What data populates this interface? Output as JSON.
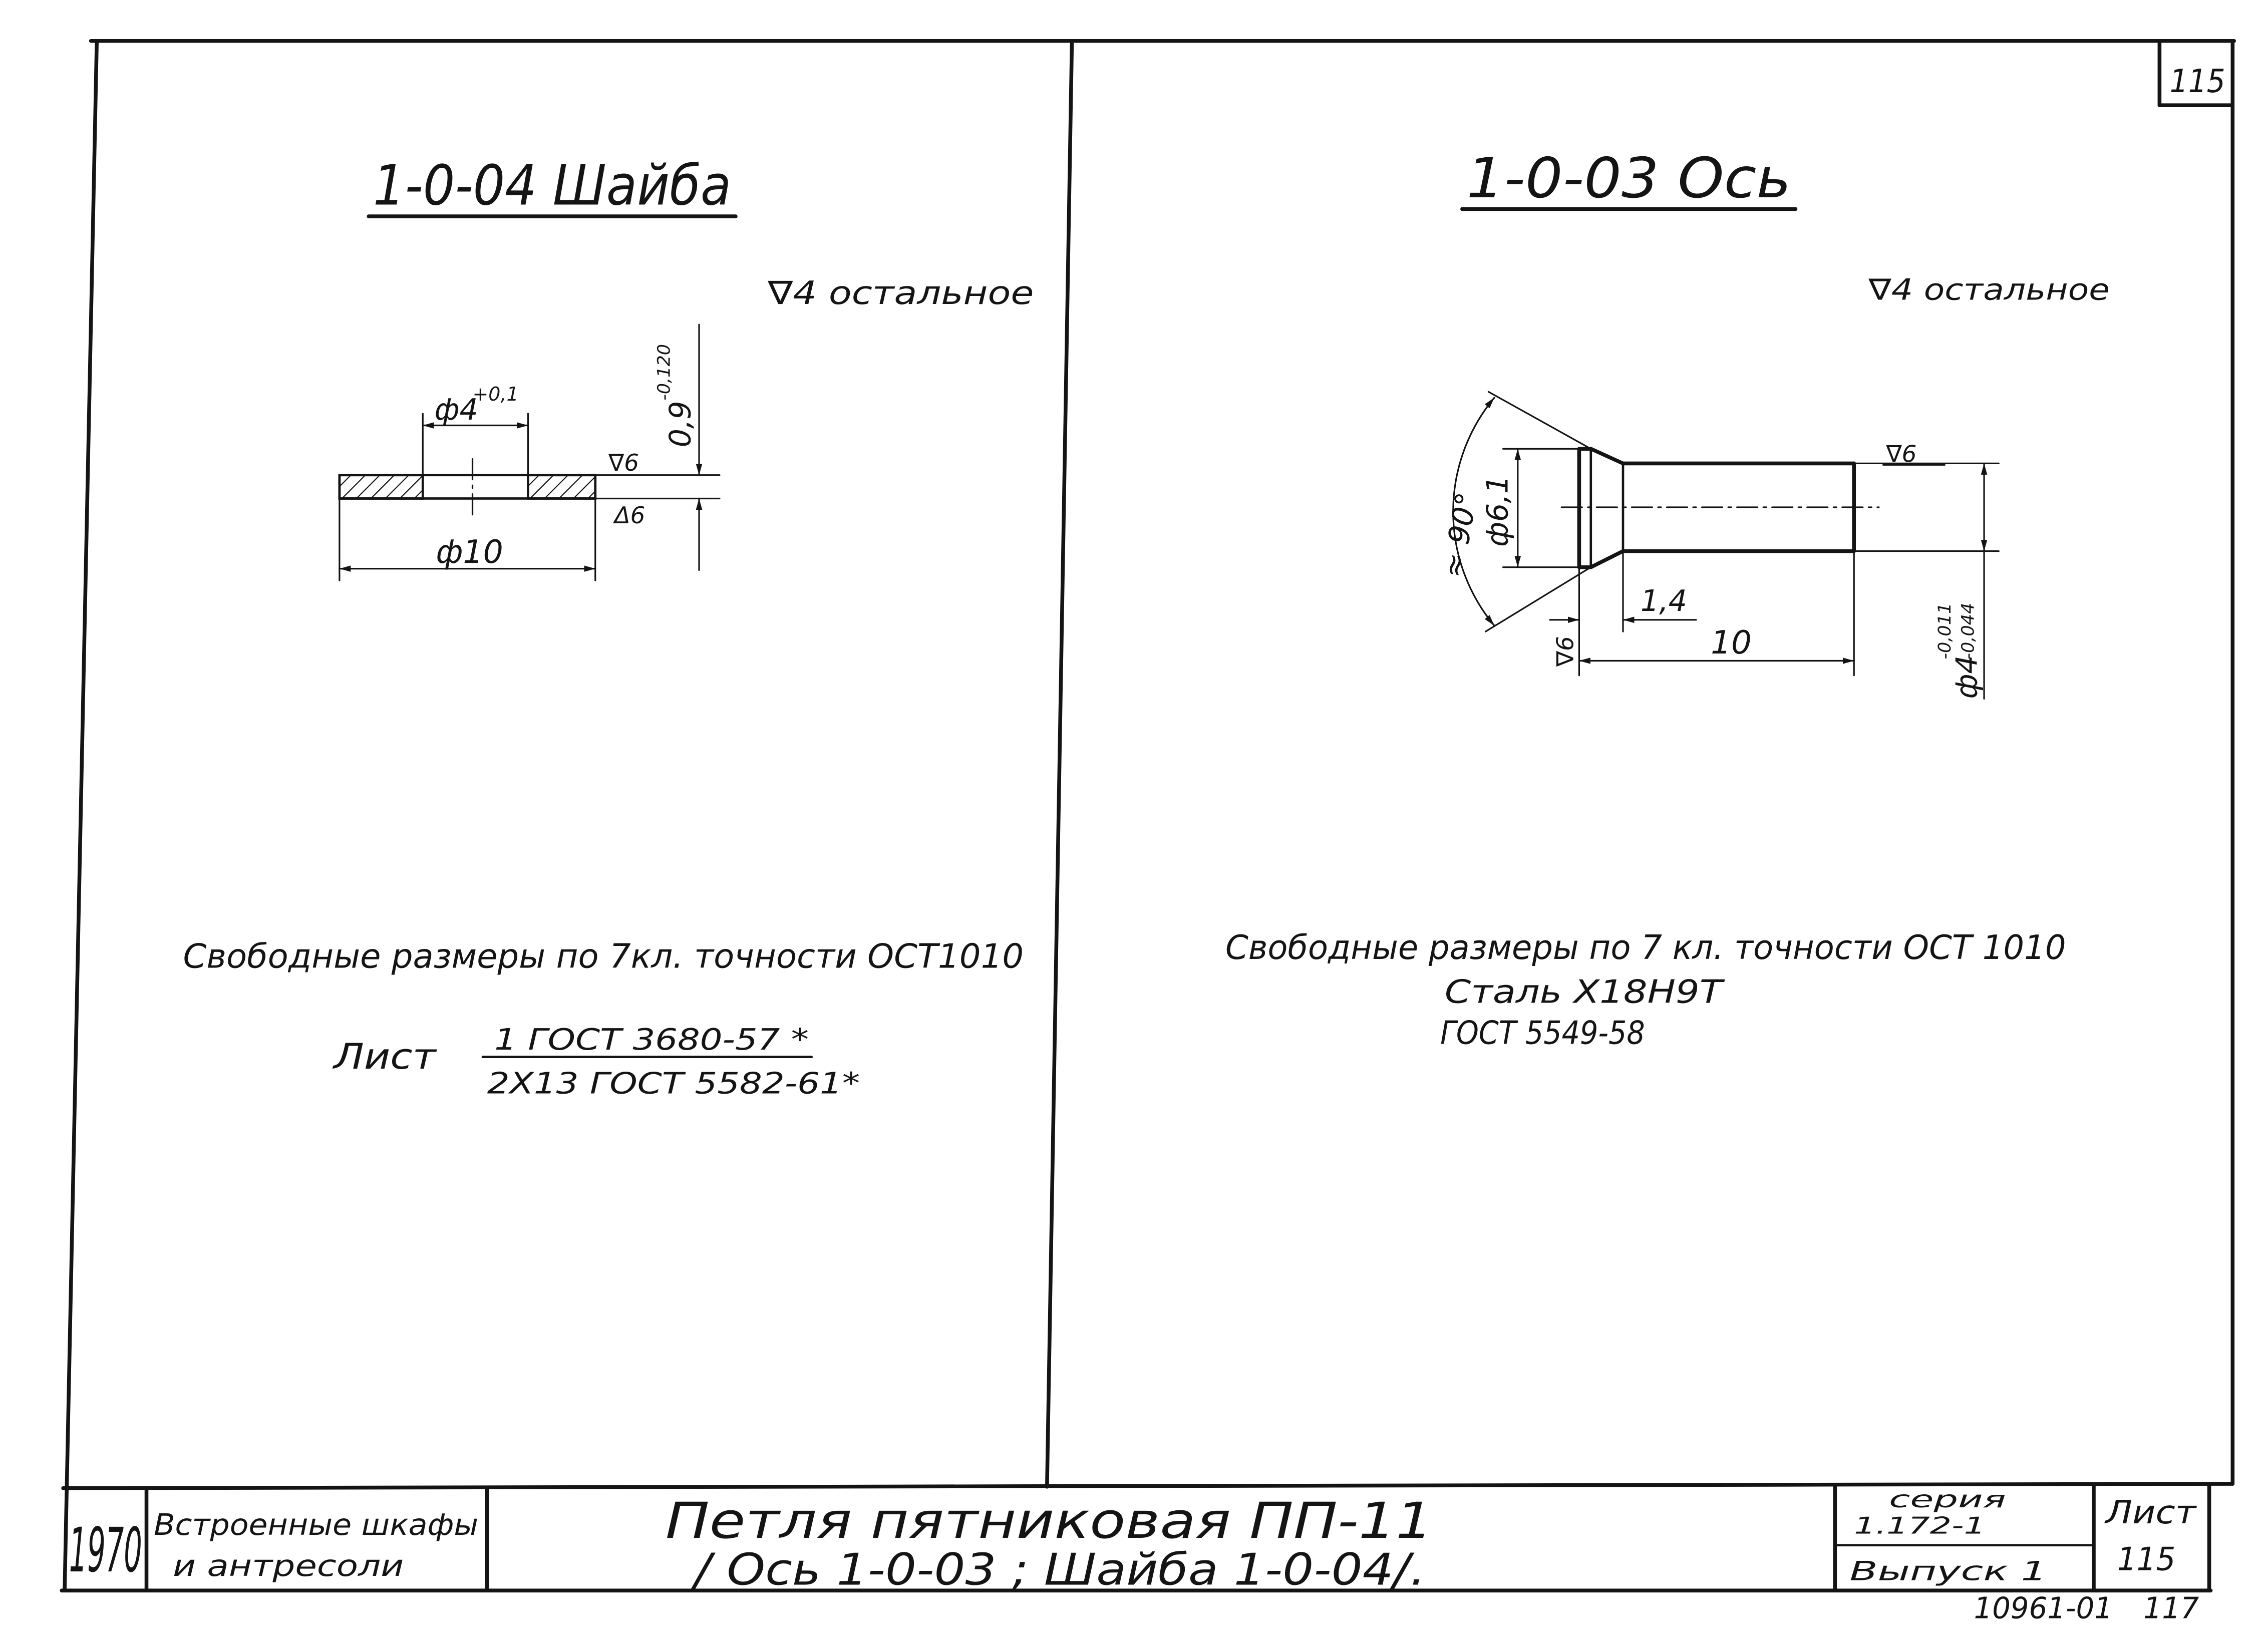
{
  "sheet_corner_number": "115",
  "washer": {
    "title": "1-0-04 Шайба",
    "roughness_rest": "∇4 остальное",
    "dim_hole": {
      "value": "ф4",
      "tolerance": "+0,1"
    },
    "dim_thickness": {
      "value": "0,9",
      "tolerance": "-0,120"
    },
    "roughness_top": "∇6",
    "roughness_bottom": "Δ6",
    "dim_outer": "ф10",
    "note_tolerance": "Свободные размеры по 7кл. точности ОСТ1010",
    "material": {
      "label": "Лист",
      "numerator": "1 ГОСТ 3680-57 *",
      "denominator": "2Х13 ГОСТ 5582-61*"
    }
  },
  "axle": {
    "title": "1-0-03 Ось",
    "roughness_rest": "∇4 остальное",
    "roughness_top": "∇6",
    "roughness_head": "∇6",
    "dim_angle": "≈ 90°",
    "dim_head": "ф6,1",
    "dim_head_length": "1,4",
    "dim_length": "10",
    "dim_shaft": {
      "value": "ф4",
      "upper": "-0,011",
      "lower": "-0,044"
    },
    "note_tolerance": "Свободные размеры по 7 кл. точности ОСТ 1010",
    "material_line1": "Сталь Х18Н9Т",
    "material_line2": "ГОСТ 5549-58"
  },
  "title_block": {
    "year": "1970",
    "section_line1": "Встроенные шкафы",
    "section_line2": "и антресоли",
    "name_line1": "Петля пятниковая ПП-11",
    "name_line2": "/ Ось 1-0-03 ; Шайба 1-0-04/.",
    "series_label": "серия",
    "series_value": "1.172-1",
    "issue": "Выпуск 1",
    "sheet_label": "Лист",
    "sheet_value": "115",
    "archive_number": "10961-01",
    "archive_page": "117"
  }
}
